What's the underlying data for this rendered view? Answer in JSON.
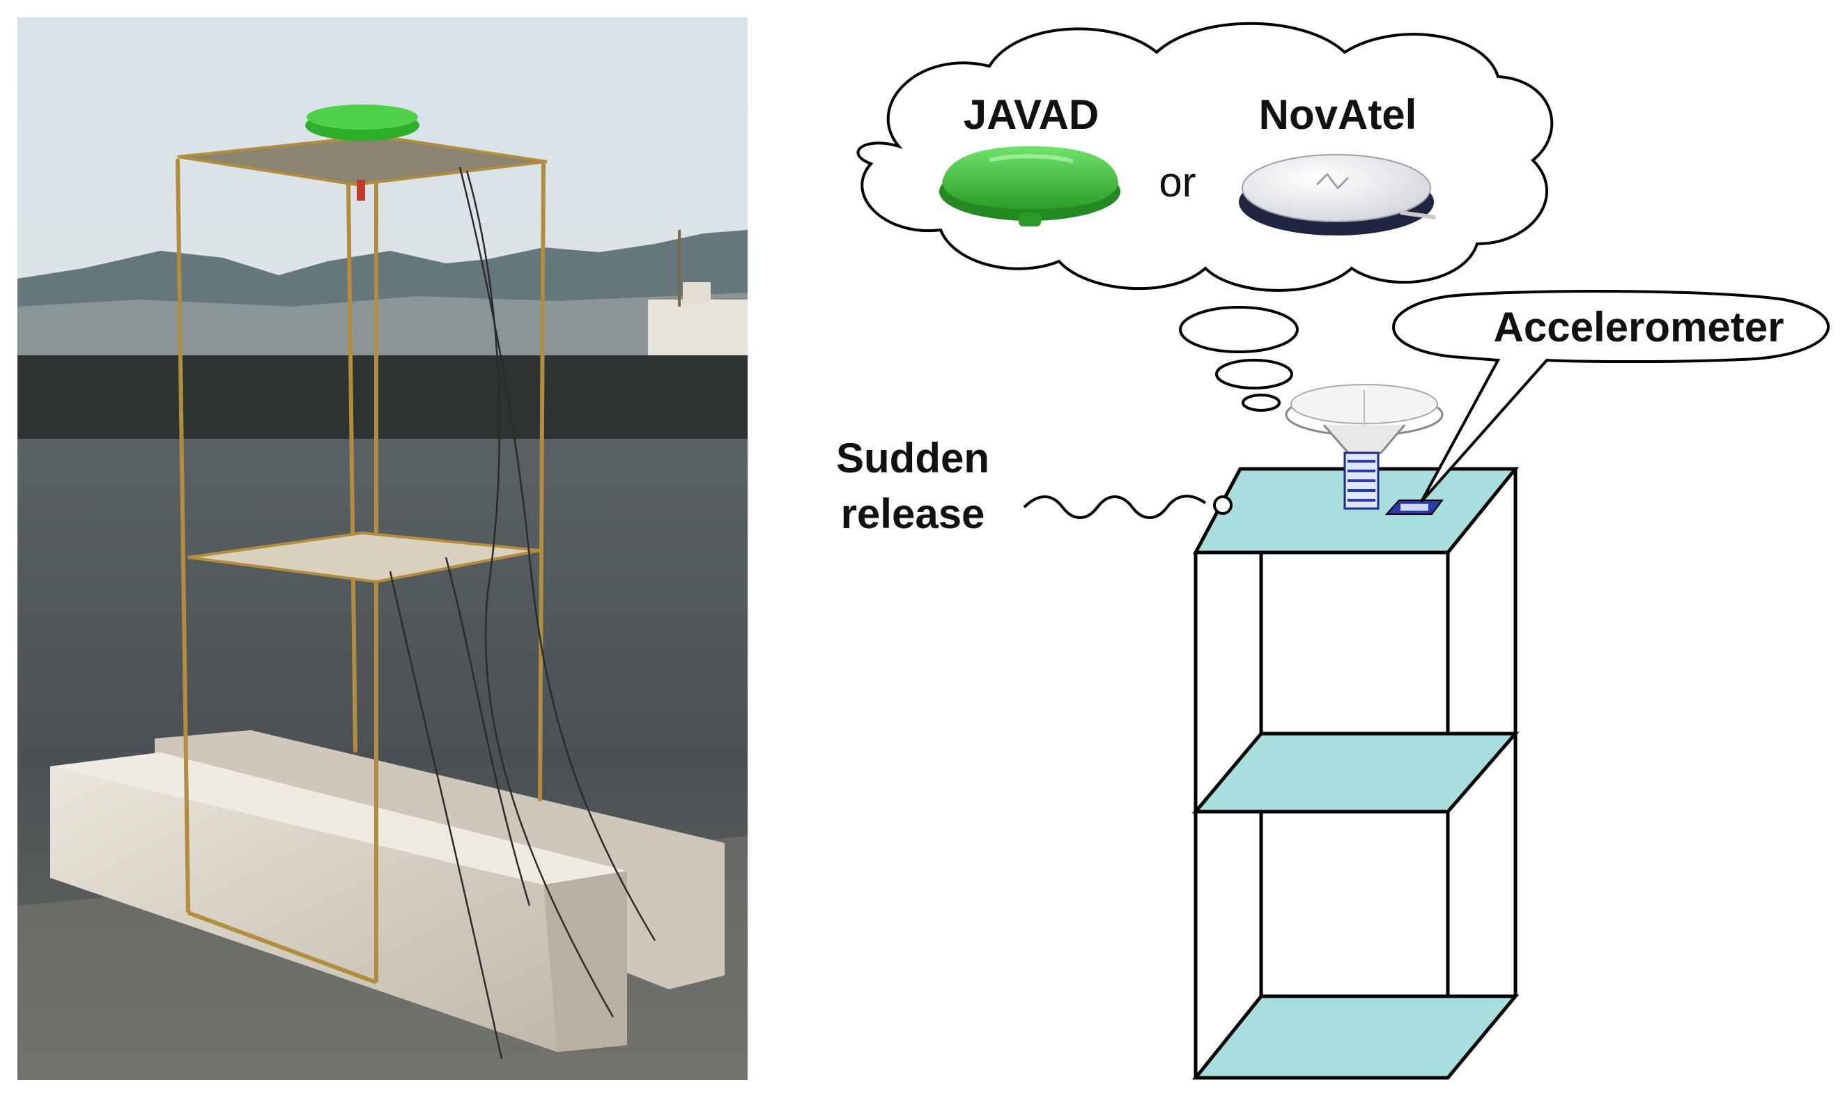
{
  "photo": {
    "colors": {
      "sky_top": "#d9e3ea",
      "sky_bottom": "#eeeae0",
      "mountains": "#5d6a6e",
      "wall": "#2e3132",
      "roof": "#4f5659",
      "concrete": "#d6d0c4",
      "frame": "#b08a3a",
      "antenna": "#39c435"
    }
  },
  "diagram": {
    "labels": {
      "javad": "JAVAD",
      "or": "or",
      "novatel": "NovAtel",
      "accelerometer": "Accelerometer",
      "sudden_line1": "Sudden",
      "sudden_line2": "release"
    },
    "colors": {
      "floor_fill": "#a9dede",
      "outline": "#000000",
      "javad_green": "#3cc43a",
      "novatel_white": "#f4f4f4",
      "novatel_rim": "#1f2440",
      "accelerometer_blue": "#2a3aa8",
      "bolt_blue": "#8fa0e0"
    }
  }
}
